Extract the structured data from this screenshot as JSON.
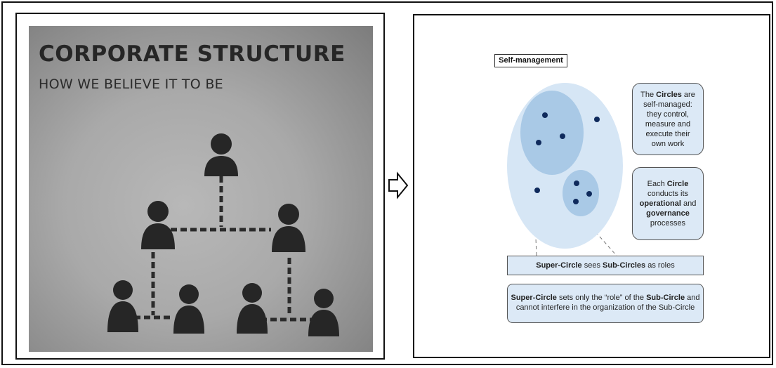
{
  "left_image": {
    "title": "CORPORATE STRUCTURE",
    "subtitle": "HOW WE BELIEVE IT TO BE"
  },
  "arrow": {
    "icon": "hollow-right-arrow-icon"
  },
  "right_image": {
    "label": "Self-management",
    "box1": {
      "p1": "The ",
      "b1": "Circles",
      "p2": " are self-managed: they control, measure and execute their own work"
    },
    "box2": {
      "p1": "Each ",
      "b1": "Circle",
      "p2": " conducts its ",
      "b2": "operational",
      "p3": " and ",
      "b3": "governance",
      "p4": " processes"
    },
    "box3": {
      "b1": "Super-Circle",
      "p1": " sees ",
      "b2": "Sub-Circles",
      "p2": " as roles"
    },
    "box4": {
      "b1": "Super-Circle",
      "p1": " sets only the “role” of the ",
      "b2": "Sub-Circle",
      "p2": " and cannot interfere in the organization of the Sub-Circle"
    }
  },
  "colors": {
    "big_circle": "#d6e6f5",
    "inner_circle": "#a9c9e6",
    "dot": "#0f2a5c",
    "box_fill": "#dce9f6",
    "photo_ink": "#262626"
  }
}
